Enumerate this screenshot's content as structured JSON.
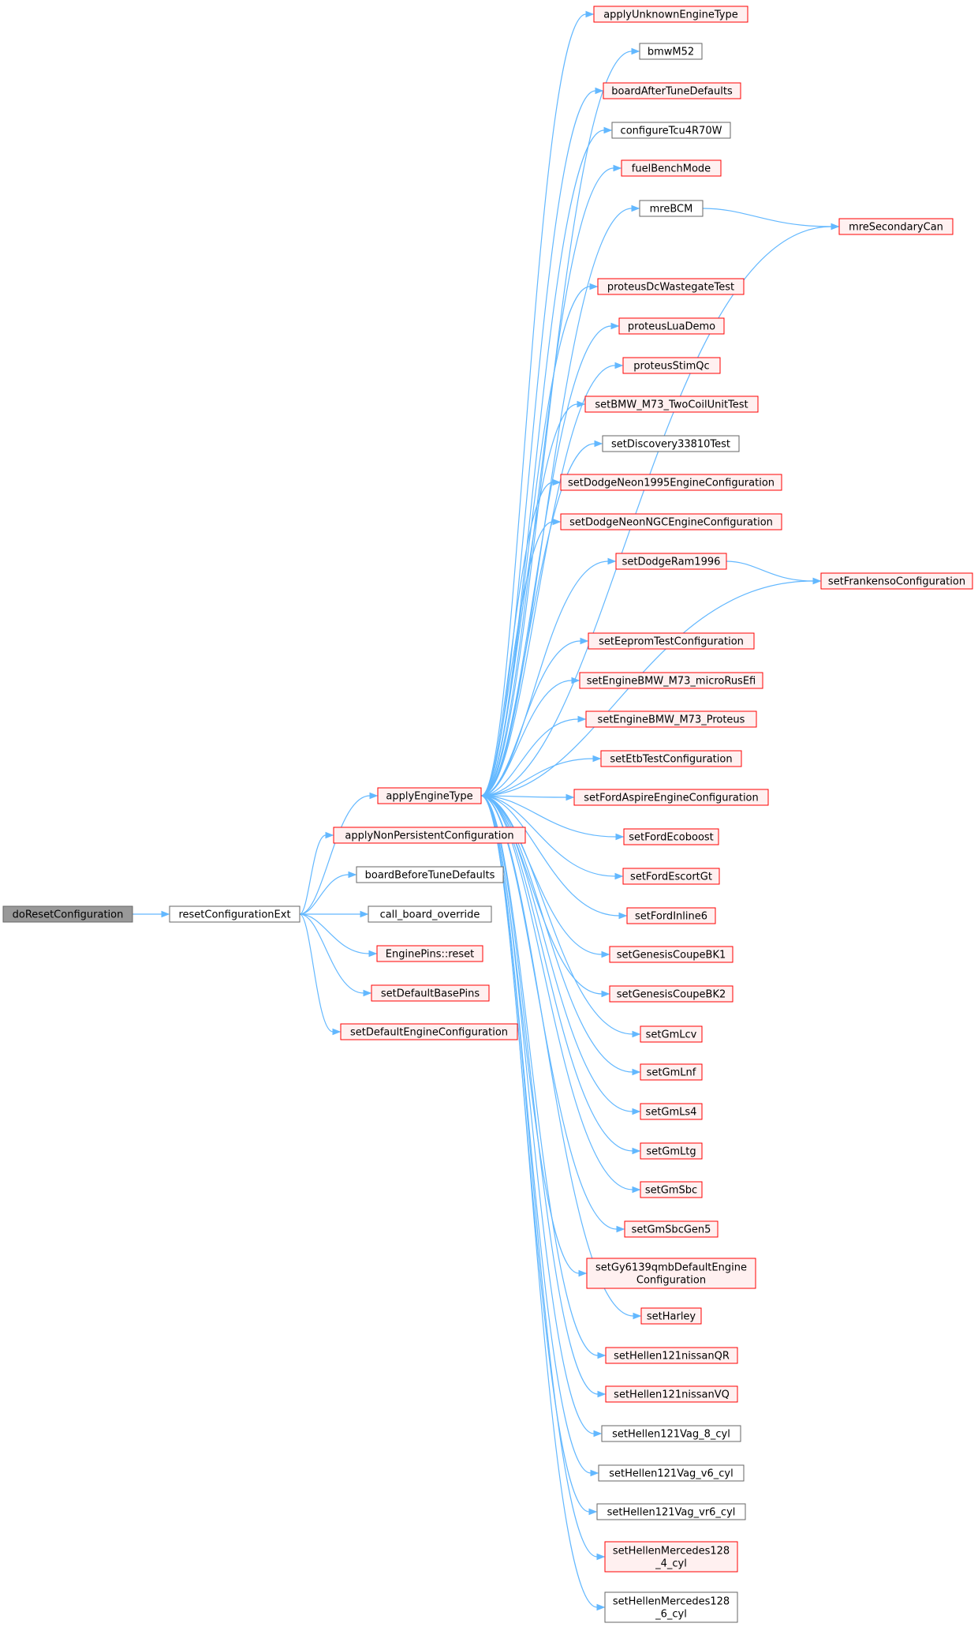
{
  "colors": {
    "edge": "#63b8ff",
    "root_fill": "#999999",
    "root_stroke": "#666666",
    "red_fill": "#fff0f0",
    "red_stroke": "#ff0000",
    "plain_fill": "#ffffff",
    "plain_stroke": "#666666"
  },
  "nodes": [
    {
      "id": "doResetConfiguration",
      "lines": [
        "doResetConfiguration"
      ],
      "style": "root"
    },
    {
      "id": "resetConfigurationExt",
      "lines": [
        "resetConfigurationExt"
      ],
      "style": "plain"
    },
    {
      "id": "applyEngineType",
      "lines": [
        "applyEngineType"
      ],
      "style": "red"
    },
    {
      "id": "applyNonPersistentConfiguration",
      "lines": [
        "applyNonPersistentConfiguration"
      ],
      "style": "red"
    },
    {
      "id": "boardBeforeTuneDefaults",
      "lines": [
        "boardBeforeTuneDefaults"
      ],
      "style": "plain"
    },
    {
      "id": "call_board_override",
      "lines": [
        "call_board_override"
      ],
      "style": "plain"
    },
    {
      "id": "EnginePins::reset",
      "lines": [
        "EnginePins::reset"
      ],
      "style": "red"
    },
    {
      "id": "setDefaultBasePins",
      "lines": [
        "setDefaultBasePins"
      ],
      "style": "red"
    },
    {
      "id": "setDefaultEngineConfiguration",
      "lines": [
        "setDefaultEngineConfiguration"
      ],
      "style": "red"
    },
    {
      "id": "applyUnknownEngineType",
      "lines": [
        "applyUnknownEngineType"
      ],
      "style": "red"
    },
    {
      "id": "bmwM52",
      "lines": [
        "bmwM52"
      ],
      "style": "plain"
    },
    {
      "id": "boardAfterTuneDefaults",
      "lines": [
        "boardAfterTuneDefaults"
      ],
      "style": "red"
    },
    {
      "id": "configureTcu4R70W",
      "lines": [
        "configureTcu4R70W"
      ],
      "style": "plain"
    },
    {
      "id": "fuelBenchMode",
      "lines": [
        "fuelBenchMode"
      ],
      "style": "red"
    },
    {
      "id": "mreBCM",
      "lines": [
        "mreBCM"
      ],
      "style": "plain"
    },
    {
      "id": "mreSecondaryCan",
      "lines": [
        "mreSecondaryCan"
      ],
      "style": "red"
    },
    {
      "id": "proteusDcWastegateTest",
      "lines": [
        "proteusDcWastegateTest"
      ],
      "style": "red"
    },
    {
      "id": "proteusLuaDemo",
      "lines": [
        "proteusLuaDemo"
      ],
      "style": "red"
    },
    {
      "id": "proteusStimQc",
      "lines": [
        "proteusStimQc"
      ],
      "style": "red"
    },
    {
      "id": "setBMW_M73_TwoCoilUnitTest",
      "lines": [
        "setBMW_M73_TwoCoilUnitTest"
      ],
      "style": "red"
    },
    {
      "id": "setDiscovery33810Test",
      "lines": [
        "setDiscovery33810Test"
      ],
      "style": "plain"
    },
    {
      "id": "setDodgeNeon1995EngineConfiguration",
      "lines": [
        "setDodgeNeon1995EngineConfiguration"
      ],
      "style": "red"
    },
    {
      "id": "setDodgeNeonNGCEngineConfiguration",
      "lines": [
        "setDodgeNeonNGCEngineConfiguration"
      ],
      "style": "red"
    },
    {
      "id": "setDodgeRam1996",
      "lines": [
        "setDodgeRam1996"
      ],
      "style": "red"
    },
    {
      "id": "setFrankensoConfiguration",
      "lines": [
        "setFrankensoConfiguration"
      ],
      "style": "red"
    },
    {
      "id": "setEepromTestConfiguration",
      "lines": [
        "setEepromTestConfiguration"
      ],
      "style": "red"
    },
    {
      "id": "setEngineBMW_M73_microRusEfi",
      "lines": [
        "setEngineBMW_M73_microRusEfi"
      ],
      "style": "red"
    },
    {
      "id": "setEngineBMW_M73_Proteus",
      "lines": [
        "setEngineBMW_M73_Proteus"
      ],
      "style": "red"
    },
    {
      "id": "setEtbTestConfiguration",
      "lines": [
        "setEtbTestConfiguration"
      ],
      "style": "red"
    },
    {
      "id": "setFordAspireEngineConfiguration",
      "lines": [
        "setFordAspireEngineConfiguration"
      ],
      "style": "red"
    },
    {
      "id": "setFordEcoboost",
      "lines": [
        "setFordEcoboost"
      ],
      "style": "red"
    },
    {
      "id": "setFordEscortGt",
      "lines": [
        "setFordEscortGt"
      ],
      "style": "red"
    },
    {
      "id": "setFordInline6",
      "lines": [
        "setFordInline6"
      ],
      "style": "red"
    },
    {
      "id": "setGenesisCoupeBK1",
      "lines": [
        "setGenesisCoupeBK1"
      ],
      "style": "red"
    },
    {
      "id": "setGenesisCoupeBK2",
      "lines": [
        "setGenesisCoupeBK2"
      ],
      "style": "red"
    },
    {
      "id": "setGmLcv",
      "lines": [
        "setGmLcv"
      ],
      "style": "red"
    },
    {
      "id": "setGmLnf",
      "lines": [
        "setGmLnf"
      ],
      "style": "red"
    },
    {
      "id": "setGmLs4",
      "lines": [
        "setGmLs4"
      ],
      "style": "red"
    },
    {
      "id": "setGmLtg",
      "lines": [
        "setGmLtg"
      ],
      "style": "red"
    },
    {
      "id": "setGmSbc",
      "lines": [
        "setGmSbc"
      ],
      "style": "red"
    },
    {
      "id": "setGmSbcGen5",
      "lines": [
        "setGmSbcGen5"
      ],
      "style": "red"
    },
    {
      "id": "setGy6139qmbDefaultEngineConfiguration",
      "lines": [
        "setGy6139qmbDefaultEngine",
        "Configuration"
      ],
      "style": "red"
    },
    {
      "id": "setHarley",
      "lines": [
        "setHarley"
      ],
      "style": "red"
    },
    {
      "id": "setHellen121nissanQR",
      "lines": [
        "setHellen121nissanQR"
      ],
      "style": "red"
    },
    {
      "id": "setHellen121nissanVQ",
      "lines": [
        "setHellen121nissanVQ"
      ],
      "style": "red"
    },
    {
      "id": "setHellen121Vag_8_cyl",
      "lines": [
        "setHellen121Vag_8_cyl"
      ],
      "style": "plain"
    },
    {
      "id": "setHellen121Vag_v6_cyl",
      "lines": [
        "setHellen121Vag_v6_cyl"
      ],
      "style": "plain"
    },
    {
      "id": "setHellen121Vag_vr6_cyl",
      "lines": [
        "setHellen121Vag_vr6_cyl"
      ],
      "style": "plain"
    },
    {
      "id": "setHellenMercedes128_4_cyl",
      "lines": [
        "setHellenMercedes128",
        "_4_cyl"
      ],
      "style": "red"
    },
    {
      "id": "setHellenMercedes128_6_cyl",
      "lines": [
        "setHellenMercedes128",
        "_6_cyl"
      ],
      "style": "plain"
    }
  ],
  "edges": [
    [
      "doResetConfiguration",
      "resetConfigurationExt"
    ],
    [
      "resetConfigurationExt",
      "applyEngineType"
    ],
    [
      "resetConfigurationExt",
      "applyNonPersistentConfiguration"
    ],
    [
      "resetConfigurationExt",
      "boardBeforeTuneDefaults"
    ],
    [
      "resetConfigurationExt",
      "call_board_override"
    ],
    [
      "resetConfigurationExt",
      "EnginePins::reset"
    ],
    [
      "resetConfigurationExt",
      "setDefaultBasePins"
    ],
    [
      "resetConfigurationExt",
      "setDefaultEngineConfiguration"
    ],
    [
      "applyEngineType",
      "applyUnknownEngineType"
    ],
    [
      "applyEngineType",
      "bmwM52"
    ],
    [
      "applyEngineType",
      "boardAfterTuneDefaults"
    ],
    [
      "applyEngineType",
      "configureTcu4R70W"
    ],
    [
      "applyEngineType",
      "fuelBenchMode"
    ],
    [
      "applyEngineType",
      "mreBCM"
    ],
    [
      "applyEngineType",
      "mreSecondaryCan"
    ],
    [
      "applyEngineType",
      "proteusDcWastegateTest"
    ],
    [
      "applyEngineType",
      "proteusLuaDemo"
    ],
    [
      "applyEngineType",
      "proteusStimQc"
    ],
    [
      "applyEngineType",
      "setBMW_M73_TwoCoilUnitTest"
    ],
    [
      "applyEngineType",
      "setDiscovery33810Test"
    ],
    [
      "applyEngineType",
      "setDodgeNeon1995EngineConfiguration"
    ],
    [
      "applyEngineType",
      "setDodgeNeonNGCEngineConfiguration"
    ],
    [
      "applyEngineType",
      "setDodgeRam1996"
    ],
    [
      "applyEngineType",
      "setFrankensoConfiguration"
    ],
    [
      "applyEngineType",
      "setEepromTestConfiguration"
    ],
    [
      "applyEngineType",
      "setEngineBMW_M73_microRusEfi"
    ],
    [
      "applyEngineType",
      "setEngineBMW_M73_Proteus"
    ],
    [
      "applyEngineType",
      "setEtbTestConfiguration"
    ],
    [
      "applyEngineType",
      "setFordAspireEngineConfiguration"
    ],
    [
      "applyEngineType",
      "setFordEcoboost"
    ],
    [
      "applyEngineType",
      "setFordEscortGt"
    ],
    [
      "applyEngineType",
      "setFordInline6"
    ],
    [
      "applyEngineType",
      "setGenesisCoupeBK1"
    ],
    [
      "applyEngineType",
      "setGenesisCoupeBK2"
    ],
    [
      "applyEngineType",
      "setGmLcv"
    ],
    [
      "applyEngineType",
      "setGmLnf"
    ],
    [
      "applyEngineType",
      "setGmLs4"
    ],
    [
      "applyEngineType",
      "setGmLtg"
    ],
    [
      "applyEngineType",
      "setGmSbc"
    ],
    [
      "applyEngineType",
      "setGmSbcGen5"
    ],
    [
      "applyEngineType",
      "setGy6139qmbDefaultEngineConfiguration"
    ],
    [
      "applyEngineType",
      "setHarley"
    ],
    [
      "applyEngineType",
      "setHellen121nissanQR"
    ],
    [
      "applyEngineType",
      "setHellen121nissanVQ"
    ],
    [
      "applyEngineType",
      "setHellen121Vag_8_cyl"
    ],
    [
      "applyEngineType",
      "setHellen121Vag_v6_cyl"
    ],
    [
      "applyEngineType",
      "setHellen121Vag_vr6_cyl"
    ],
    [
      "applyEngineType",
      "setHellenMercedes128_4_cyl"
    ],
    [
      "applyEngineType",
      "setHellenMercedes128_6_cyl"
    ],
    [
      "mreBCM",
      "mreSecondaryCan"
    ],
    [
      "setDodgeRam1996",
      "setFrankensoConfiguration"
    ]
  ]
}
